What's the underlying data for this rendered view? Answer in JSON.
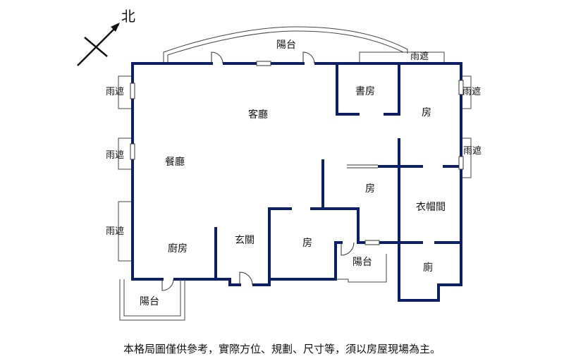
{
  "compass": {
    "label": "北"
  },
  "rooms": {
    "balcony_top": "陽台",
    "rain_cover_top_right": "雨遮",
    "rain_cover_left_1": "雨遮",
    "rain_cover_left_2": "雨遮",
    "rain_cover_left_3": "雨遮",
    "rain_cover_right_1": "雨遮",
    "rain_cover_right_2": "雨遮",
    "study": "書房",
    "bedroom_ne": "房",
    "living_room": "客廳",
    "dining_room": "餐廳",
    "bedroom_middle": "房",
    "walk_in_closet": "衣帽間",
    "kitchen": "廚房",
    "foyer": "玄關",
    "bedroom_south": "房",
    "balcony_middle": "陽台",
    "bathroom": "廁",
    "balcony_bottom_left": "陽台"
  },
  "disclaimer": "本格局圖僅供參考，實際方位、規劃、尺寸等，須以房屋現場為主。"
}
